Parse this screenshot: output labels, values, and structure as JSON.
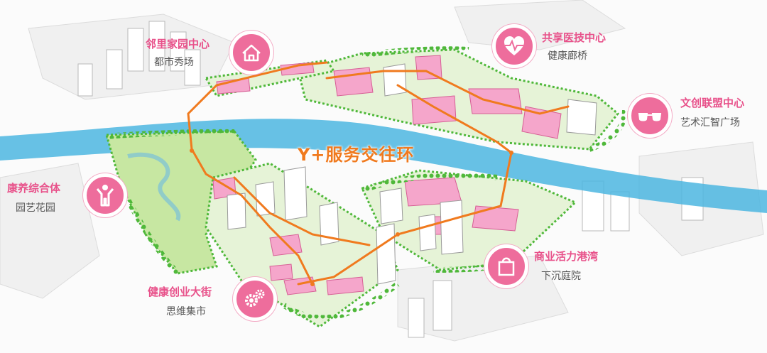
{
  "map_title": "Y+服务交往环",
  "colors": {
    "highlight_pink": "#ee6d9c",
    "label_pink": "#e8518a",
    "ring_orange": "#f07a1e",
    "river_blue": "#4cb6e0",
    "park_green": "#bfe59a"
  },
  "callouts": [
    {
      "id": "neighborhood",
      "title": "邻里家园中心",
      "subtitle": "都市秀场",
      "icon": "house-icon"
    },
    {
      "id": "medical",
      "title": "共享医技中心",
      "subtitle": "健康廊桥",
      "icon": "heart-pulse-icon"
    },
    {
      "id": "culture",
      "title": "文创联盟中心",
      "subtitle": "艺术汇智广场",
      "icon": "glasses-icon"
    },
    {
      "id": "wellness",
      "title": "康养综合体",
      "subtitle": "园艺花园",
      "icon": "person-icon"
    },
    {
      "id": "commerce",
      "title": "商业活力港湾",
      "subtitle": "下沉庭院",
      "icon": "shopping-bag-icon"
    },
    {
      "id": "startup",
      "title": "健康创业大街",
      "subtitle": "思维集市",
      "icon": "gears-icon"
    }
  ]
}
